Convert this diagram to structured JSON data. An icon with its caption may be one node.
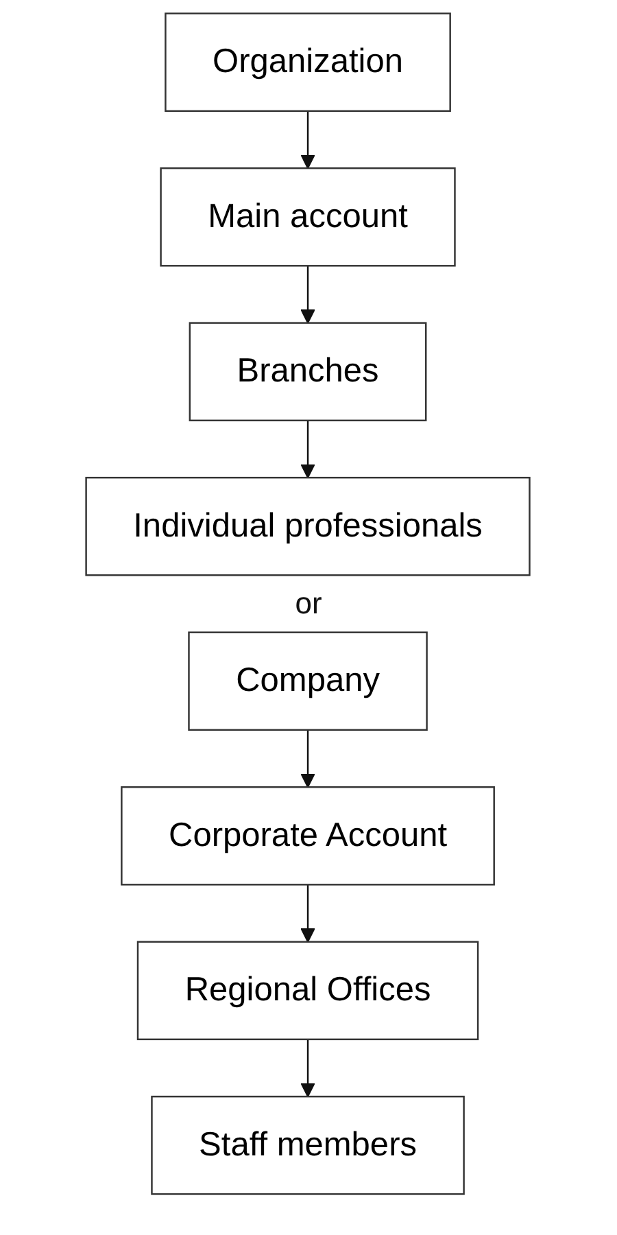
{
  "diagram": {
    "nodes": [
      {
        "text": [
          "Organization"
        ]
      },
      {
        "text": [
          "Main account"
        ]
      },
      {
        "text": [
          "Branches"
        ]
      },
      {
        "text": [
          "Individual professionals"
        ]
      },
      {
        "text": [
          "Company"
        ]
      },
      {
        "text": [
          "Corporate Account"
        ]
      },
      {
        "text": [
          "Regional Offices"
        ]
      },
      {
        "text": [
          "Staff members"
        ]
      }
    ],
    "edges": [
      {
        "from": 0,
        "to": 1,
        "arrow": "to"
      },
      {
        "from": 1,
        "to": 2,
        "arrow": "to"
      },
      {
        "from": 2,
        "to": 3,
        "arrow": "to"
      },
      {
        "from": 4,
        "to": 5,
        "arrow": "to"
      },
      {
        "from": 5,
        "to": 6,
        "arrow": "to"
      },
      {
        "from": 6,
        "to": 7,
        "arrow": "to"
      }
    ],
    "labels": [
      "or"
    ]
  }
}
